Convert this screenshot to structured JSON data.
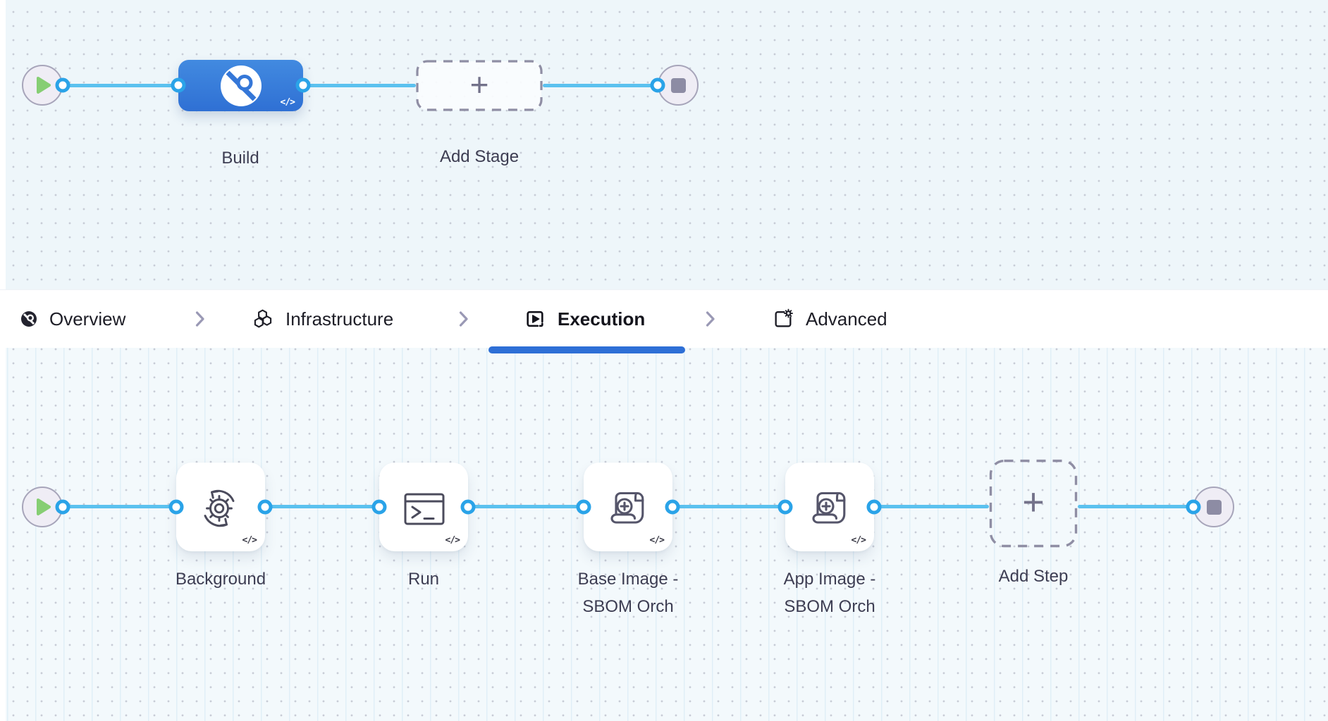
{
  "colors": {
    "canvas_top_bg": "#eef6fa",
    "canvas_bottom_bg": "#f3f9fc",
    "edge_blue": "#5bc1ef",
    "port_ring_blue": "#2aa3e8",
    "stage_node_blue": "#3577d8",
    "active_tab_underline": "#2e6fd6",
    "play_green": "#86ce73",
    "stop_gray": "#8d8ca4",
    "label_text": "#3d3d52"
  },
  "stage_canvas": {
    "start_node": {
      "icon": "play-icon"
    },
    "end_node": {
      "icon": "stop-icon"
    },
    "nodes": [
      {
        "label": "Build",
        "type": "stage",
        "icon": "ci-build-icon",
        "code_badge": "</>"
      },
      {
        "label": "Add Stage",
        "type": "add",
        "plus": "+"
      }
    ]
  },
  "tab_bar": {
    "tabs": [
      {
        "label": "Overview",
        "icon": "ci-stage-icon",
        "active": false
      },
      {
        "label": "Infrastructure",
        "icon": "hexagons-icon",
        "active": false
      },
      {
        "label": "Execution",
        "icon": "execution-icon",
        "active": true
      },
      {
        "label": "Advanced",
        "icon": "advanced-icon",
        "active": false
      }
    ]
  },
  "execution_canvas": {
    "start_node": {
      "icon": "play-icon"
    },
    "end_node": {
      "icon": "stop-icon"
    },
    "steps": [
      {
        "label": "Background",
        "icon": "gear-sync-icon",
        "code_badge": "</>"
      },
      {
        "label": "Run",
        "icon": "terminal-icon",
        "code_badge": "</>"
      },
      {
        "label": "Base Image -\nSBOM Orch",
        "icon": "sbom-scroll-icon",
        "code_badge": "</>"
      },
      {
        "label": "App Image -\nSBOM Orch",
        "icon": "sbom-scroll-icon",
        "code_badge": "</>"
      },
      {
        "label": "Add Step",
        "type": "add",
        "plus": "+"
      }
    ]
  }
}
